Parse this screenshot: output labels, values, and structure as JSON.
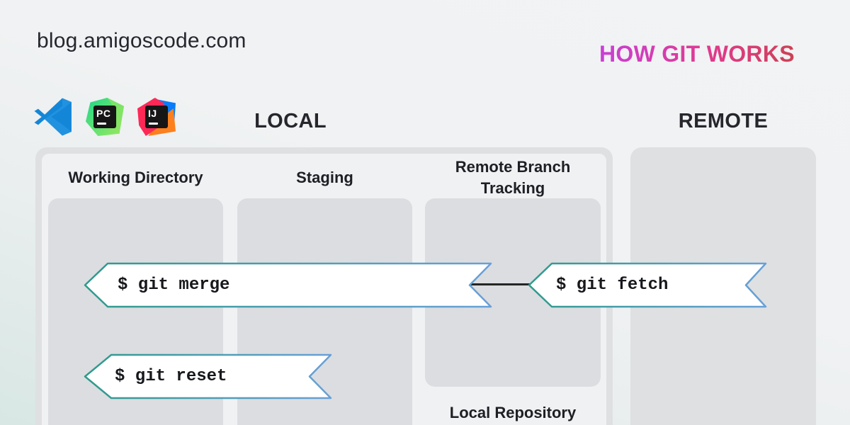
{
  "page": {
    "site": "blog.amigoscode.com",
    "title": "HOW GIT WORKS"
  },
  "colors": {
    "title_gradient_start": "#c93fd6",
    "title_gradient_mid": "#e03a8c",
    "title_gradient_end": "#c9434f",
    "banner_border_left": "#2e9a8c",
    "banner_border_right": "#68a0d8",
    "banner_fill": "#ffffff",
    "connector": "#242424",
    "panel_frame": "#dfe0e2",
    "panel_inner": "#f0f1f3",
    "column_fill": "#dcdde0",
    "background_teal": "#d8e7e4"
  },
  "icons": [
    {
      "name": "vscode-icon",
      "color": "#1486d8"
    },
    {
      "name": "pycharm-icon",
      "label": "PC",
      "colors": [
        "#21d789",
        "#9bea5d"
      ]
    },
    {
      "name": "intellij-icon",
      "label": "IJ",
      "colors": [
        "#fe2857",
        "#087cfa",
        "#fc801d"
      ]
    }
  ],
  "sections": {
    "local": {
      "heading": "LOCAL",
      "columns": [
        {
          "label": "Working Directory"
        },
        {
          "label": "Staging"
        },
        {
          "label": "Remote Branch Tracking",
          "footer": "Local Repository"
        }
      ]
    },
    "remote": {
      "heading": "REMOTE"
    }
  },
  "commands": [
    {
      "id": "merge",
      "text": "$ git merge"
    },
    {
      "id": "fetch",
      "text": "$ git fetch"
    },
    {
      "id": "reset",
      "text": "$ git reset"
    }
  ]
}
